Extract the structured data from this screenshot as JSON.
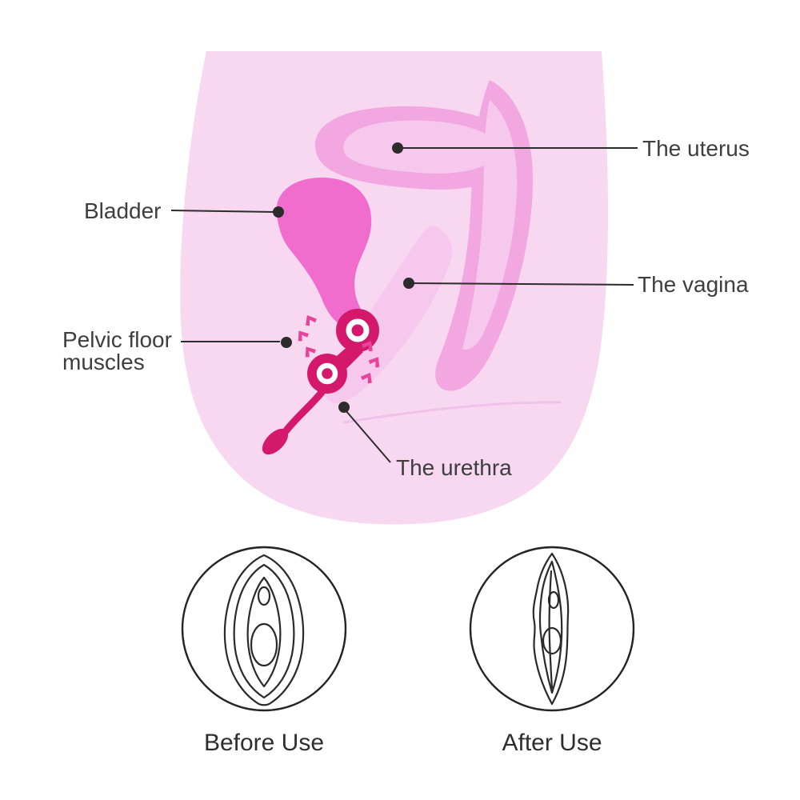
{
  "diagram": {
    "title": "female pelvic anatomy cross-section with kegel exerciser",
    "labels": {
      "uterus": "The uterus",
      "bladder": "Bladder",
      "pelvic_floor_line1": "Pelvic floor",
      "pelvic_floor_line2": "muscles",
      "vagina": "The vagina",
      "urethra": "The urethra"
    },
    "captions": {
      "before": "Before Use",
      "after": "After Use"
    },
    "icons": {
      "before_circle": "vulva-open-line-drawing",
      "after_circle": "vulva-toned-line-drawing",
      "device": "kegel-balls-icon",
      "arrows": "vibration-arrows-icon"
    },
    "colors": {
      "body_light": "#f8d7f1",
      "organ_mid": "#f2a7e1",
      "organ_highlight": "#f7c8ee",
      "bladder_pink": "#f06ccd",
      "device_pink": "#d4186c",
      "arrow_pink": "#e8439a",
      "label_text": "#3e3e3e",
      "leader_line": "#2c2c2c"
    }
  }
}
